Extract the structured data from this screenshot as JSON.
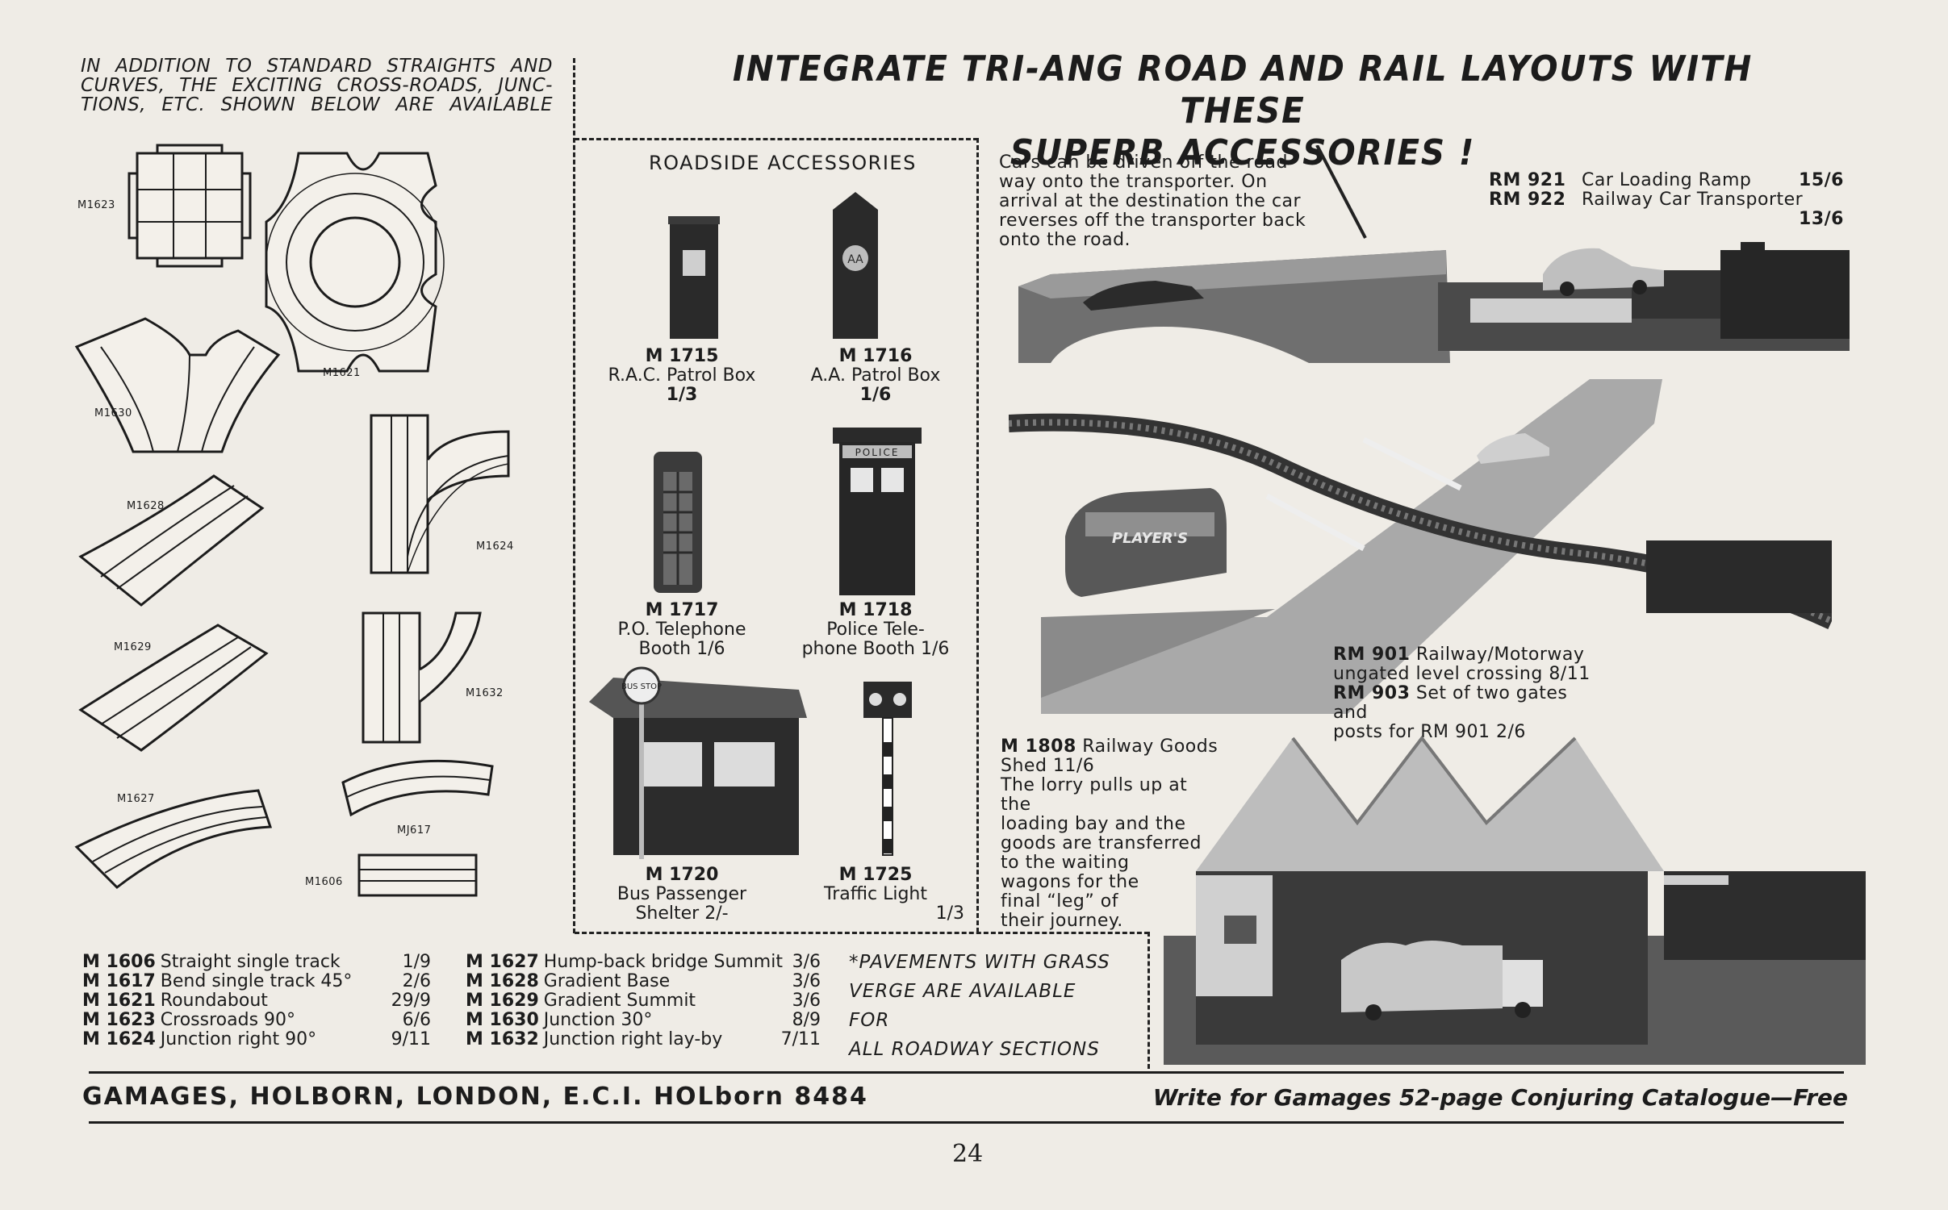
{
  "intro_lines": [
    "IN ADDITION TO STANDARD STRAIGHTS AND",
    "CURVES, THE EXCITING CROSS-ROADS, JUNC-",
    "TIONS, ETC. SHOWN BELOW ARE AVAILABLE"
  ],
  "headline": [
    "INTEGRATE TRI-ANG ROAD AND RAIL LAYOUTS WITH THESE",
    "SUPERB ACCESSORIES !"
  ],
  "track_labels": {
    "m1623": "M1623",
    "m1621": "M1621",
    "m1630": "M1630",
    "m1628": "M1628",
    "m1624": "M1624",
    "m1629": "M1629",
    "m1632": "M1632",
    "m1627": "M1627",
    "m1617": "MJ617",
    "m1606": "M1606"
  },
  "roadside": {
    "title": "ROADSIDE ACCESSORIES",
    "items": [
      {
        "code": "M 1715",
        "lines": [
          "R.A.C. Patrol Box",
          "1/3"
        ]
      },
      {
        "code": "M 1716",
        "lines": [
          "A.A. Patrol Box",
          "1/6"
        ]
      },
      {
        "code": "M 1717",
        "lines": [
          "P.O. Telephone",
          "Booth          1/6"
        ]
      },
      {
        "code": "M 1718",
        "lines": [
          "Police        Tele-",
          "phone Booth 1/6"
        ]
      },
      {
        "code": "M 1720",
        "lines": [
          "Bus  Passenger",
          "Shelter       2/-"
        ]
      },
      {
        "code": "M 1725",
        "lines": [
          "Traffic   Light",
          "1/3"
        ]
      }
    ],
    "signs": {
      "bus_stop": "BUS STOP",
      "police": "POLICE",
      "aa": "AA"
    }
  },
  "transporter": {
    "desc": [
      "Cars can be driven off the road-",
      "way onto the transporter.   On",
      "arrival at the destination the car",
      "reverses off the transporter back",
      "onto the road."
    ],
    "rows": [
      {
        "code": "RM 921",
        "name": "Car Loading Ramp",
        "price": "15/6"
      },
      {
        "code": "RM 922",
        "name": "Railway   Car   Transporter",
        "price": "13/6"
      }
    ]
  },
  "crossing": {
    "lines": [
      {
        "code": "RM 901",
        "text": "Railway/Motorway"
      },
      {
        "code": "",
        "text": "ungated level crossing     8/11"
      },
      {
        "code": "RM 903",
        "text": "Set of two gates and"
      },
      {
        "code": "",
        "text": "posts for RM 901           2/6"
      }
    ],
    "bus_advert": "PLAYER'S"
  },
  "goods_shed": {
    "code": "M 1808",
    "lines": [
      "Railway Goods",
      "Shed                 11/6",
      "The lorry pulls up at the",
      "loading  bay  and  the",
      "goods are transferred",
      "to    the    waiting",
      "wagons   for   the",
      "final   “leg”   of",
      "their journey."
    ]
  },
  "price_list": {
    "col1": [
      {
        "code": "M 1606",
        "name": "Straight single track",
        "price": "1/9"
      },
      {
        "code": "M 1617",
        "name": "Bend single track 45°",
        "price": "2/6"
      },
      {
        "code": "M 1621",
        "name": "Roundabout",
        "price": "29/9"
      },
      {
        "code": "M 1623",
        "name": "Crossroads 90°",
        "price": "6/6"
      },
      {
        "code": "M 1624",
        "name": "Junction right 90°",
        "price": "9/11"
      }
    ],
    "col2": [
      {
        "code": "M 1627",
        "name": "Hump-back bridge Summit",
        "price": "3/6"
      },
      {
        "code": "M 1628",
        "name": "Gradient Base",
        "price": "3/6"
      },
      {
        "code": "M 1629",
        "name": "Gradient Summit",
        "price": "3/6"
      },
      {
        "code": "M 1630",
        "name": "Junction 30°",
        "price": "8/9"
      },
      {
        "code": "M 1632",
        "name": "Junction right lay-by",
        "price": "7/11"
      }
    ]
  },
  "pavement_note": [
    "*PAVEMENTS WITH GRASS",
    "VERGE ARE AVAILABLE FOR",
    "ALL ROADWAY SECTIONS"
  ],
  "footer": {
    "left": "GAMAGES, HOLBORN, LONDON, E.C.I. HOLborn 8484",
    "right": "Write for Gamages 52-page Conjuring Catalogue—Free"
  },
  "page_number": "24"
}
